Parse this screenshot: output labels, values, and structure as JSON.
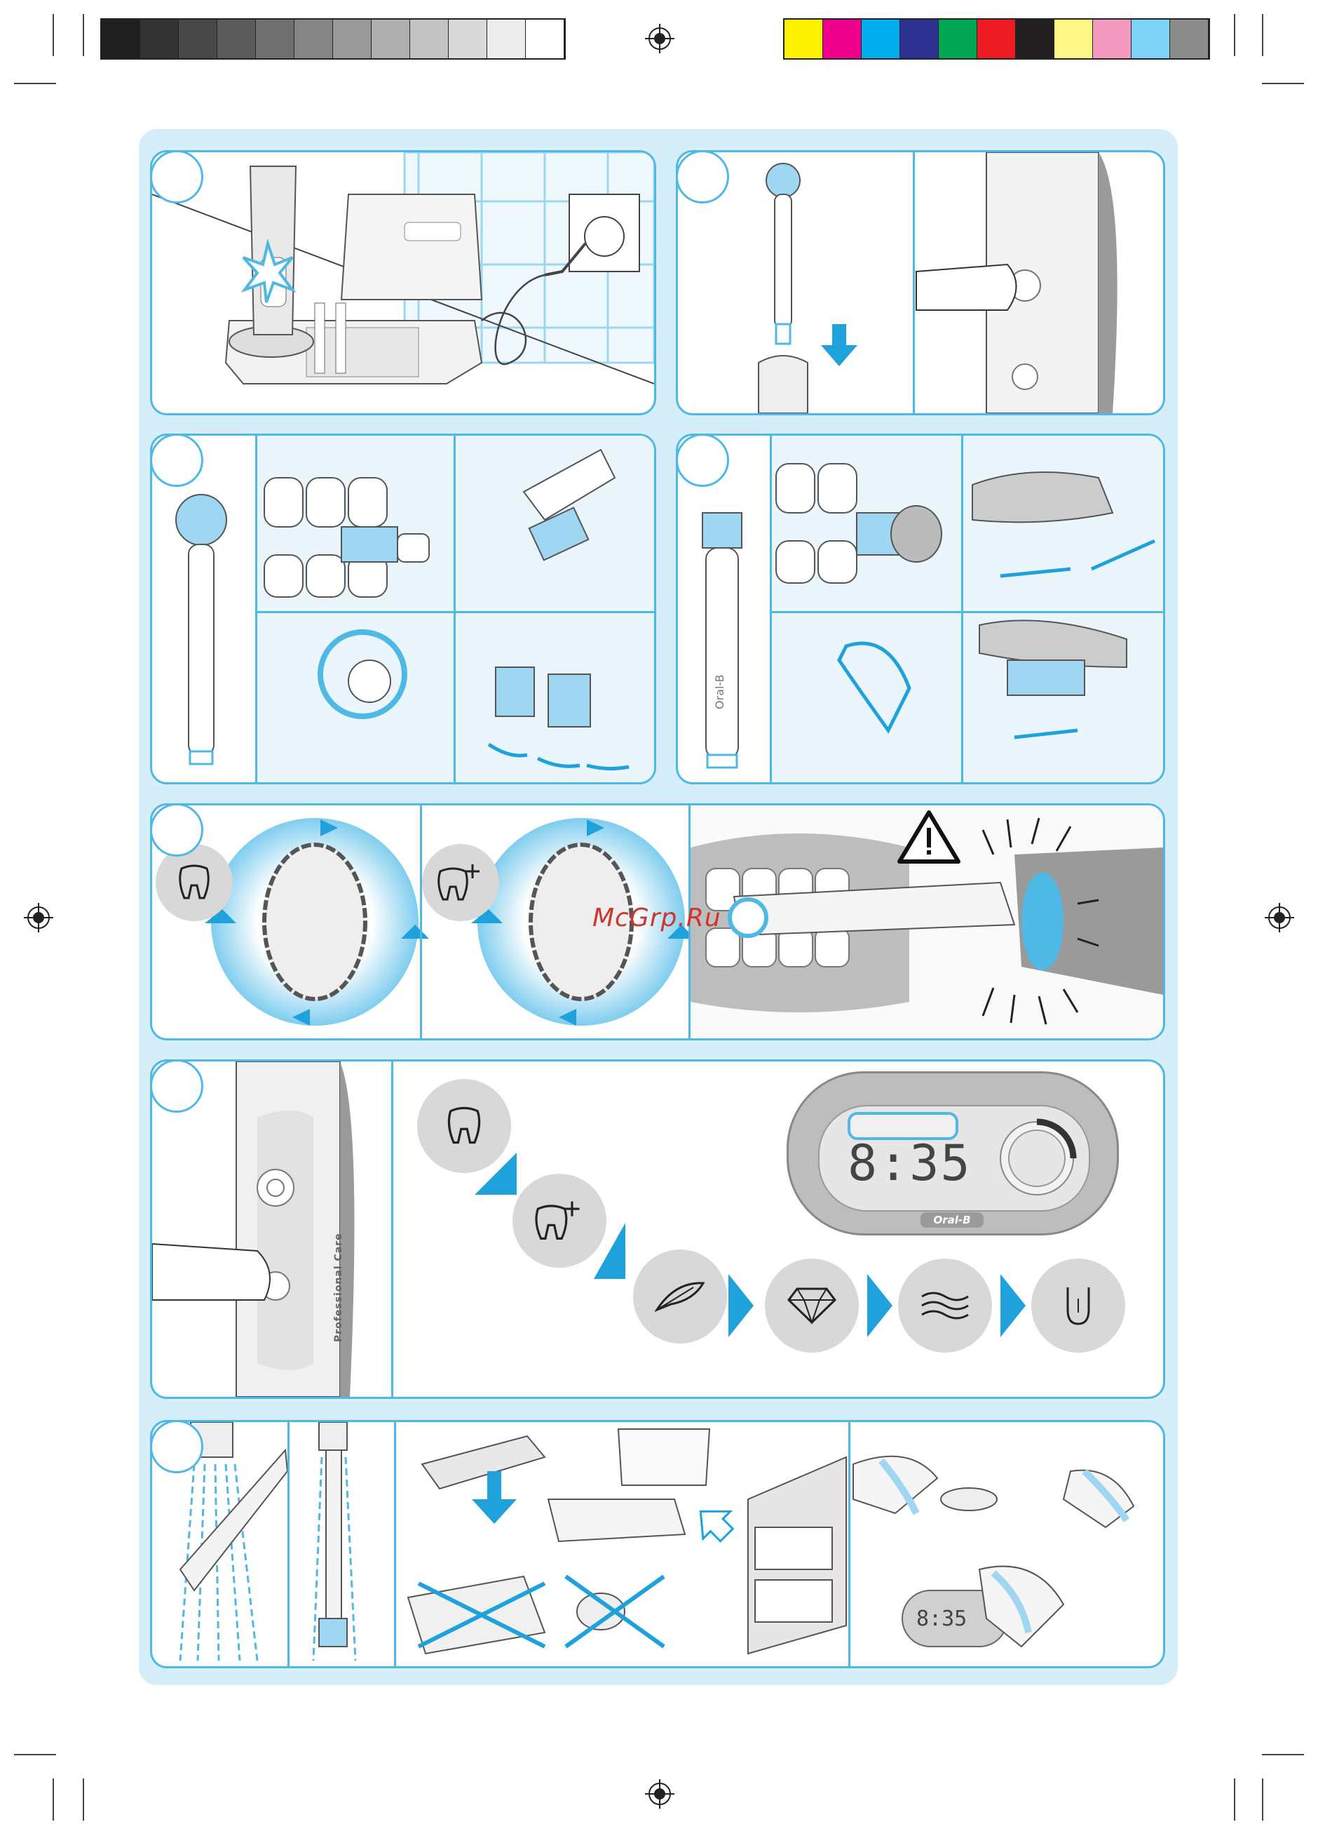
{
  "print_marks": {
    "grey_swatches": [
      "#1f1f1f",
      "#333333",
      "#474747",
      "#5b5b5b",
      "#707070",
      "#858585",
      "#9a9a9a",
      "#afafaf",
      "#c4c4c4",
      "#d9d9d9",
      "#ededed",
      "#ffffff"
    ],
    "color_swatches": [
      "#fff200",
      "#ec008c",
      "#00aeef",
      "#2e3192",
      "#00a651",
      "#ed1c24",
      "#231f20",
      "#fff685",
      "#f49ac1",
      "#7fd3f7",
      "#8c8c8c"
    ]
  },
  "colors": {
    "accent": "#4fb9e6",
    "sheet": "#d6eef9",
    "arrow_blue": "#1fa2dc",
    "grey_button": "#d8d8d8"
  },
  "panels": {
    "p1": {
      "name": "charging-panel"
    },
    "p2": {
      "name": "attach-brush-panel"
    },
    "p3": {
      "name": "round-brush-technique-panel"
    },
    "p4": {
      "name": "sensitive-brush-technique-panel"
    },
    "p5": {
      "name": "quadrant-timer-panel"
    },
    "p6": {
      "name": "mode-selection-panel"
    },
    "p7": {
      "name": "cleaning-panel"
    }
  },
  "display": {
    "time": "8:35",
    "brand": "Oral-B"
  },
  "handle": {
    "label": "Professional Care"
  },
  "brush_head": {
    "label": "Oral-B"
  },
  "modes": [
    {
      "icon": "tooth-icon"
    },
    {
      "icon": "tooth-plus-icon"
    },
    {
      "icon": "feather-icon"
    },
    {
      "icon": "diamond-icon"
    },
    {
      "icon": "wave-icon"
    },
    {
      "icon": "tongue-icon"
    }
  ],
  "watermark": "McGrp.Ru",
  "warning_icon": "warning-icon"
}
